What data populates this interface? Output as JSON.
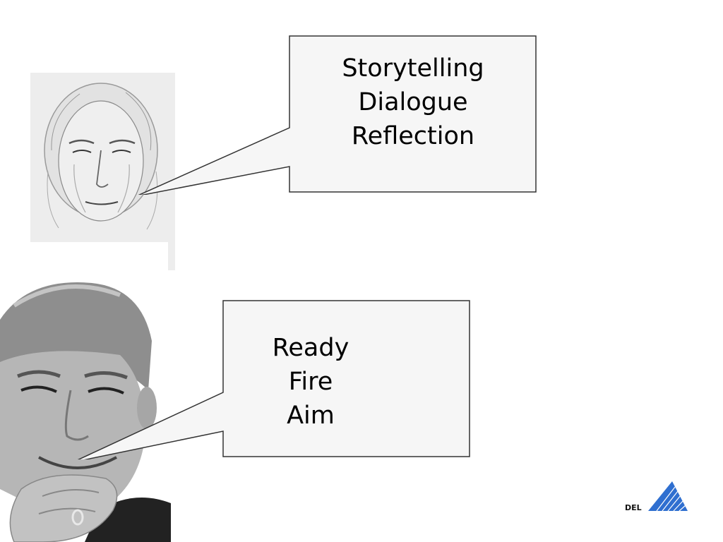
{
  "slide": {
    "top_callout": {
      "lines": [
        "Storytelling",
        "Dialogue",
        "Reflection"
      ]
    },
    "bottom_callout": {
      "lines": [
        "Ready",
        "Fire",
        "Aim"
      ]
    },
    "logo": {
      "text": "DEL",
      "color": "#2f6fd0"
    }
  }
}
